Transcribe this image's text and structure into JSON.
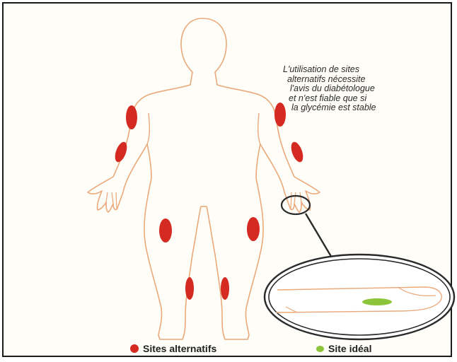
{
  "note": {
    "lines": [
      "L'utilisation de sites",
      "alternatifs nécessite",
      "l'avis du diabétologue",
      "et n'est fiable que si",
      "la glycémie est stable"
    ]
  },
  "legend": {
    "alternative_label": "Sites alternatifs",
    "ideal_label": "Site idéal"
  },
  "colors": {
    "alternative_site": "#d42a22",
    "ideal_site": "#8cc43a",
    "body_outline": "#e9a97a",
    "zoom_outline": "#2a2a2a"
  }
}
